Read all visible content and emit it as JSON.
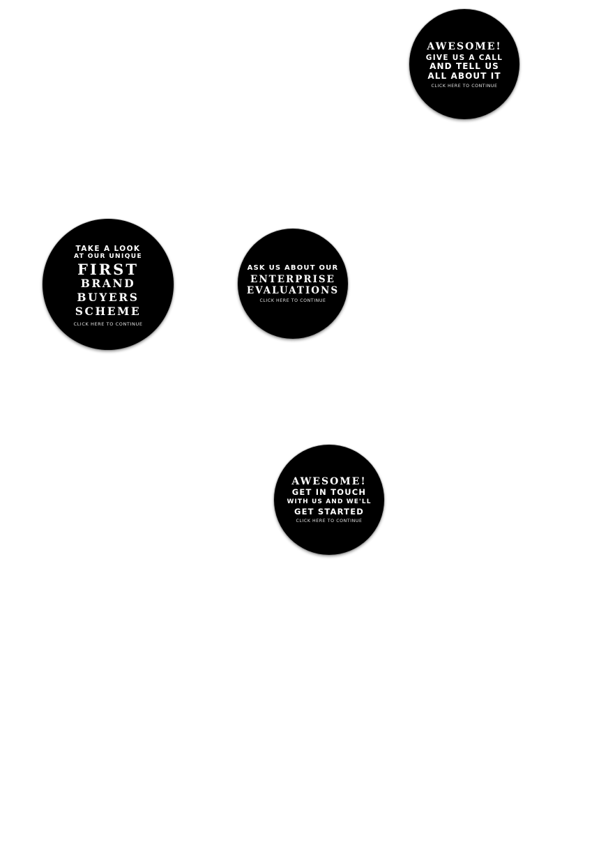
{
  "badges": {
    "call": {
      "lines": [
        "AWESOME!",
        "GIVE US A CALL",
        "AND TELL US",
        "ALL ABOUT IT"
      ],
      "cta": "CLICK HERE TO CONTINUE"
    },
    "scheme": {
      "lines": [
        "TAKE A LOOK",
        "AT OUR UNIQUE",
        "FIRST",
        "BRAND",
        "BUYERS",
        "SCHEME"
      ],
      "cta": "CLICK HERE TO CONTINUE"
    },
    "enterprise": {
      "lines": [
        "ASK US ABOUT OUR",
        "ENTERPRISE",
        "EVALUATIONS"
      ],
      "cta": "CLICK HERE TO CONTINUE"
    },
    "touch": {
      "lines": [
        "AWESOME!",
        "GET IN TOUCH",
        "WITH US AND WE'LL",
        "GET STARTED"
      ],
      "cta": "CLICK HERE TO CONTINUE"
    }
  },
  "colors": {
    "badge_fill": "#000000",
    "badge_text": "#ffffff",
    "background": "#ffffff"
  }
}
